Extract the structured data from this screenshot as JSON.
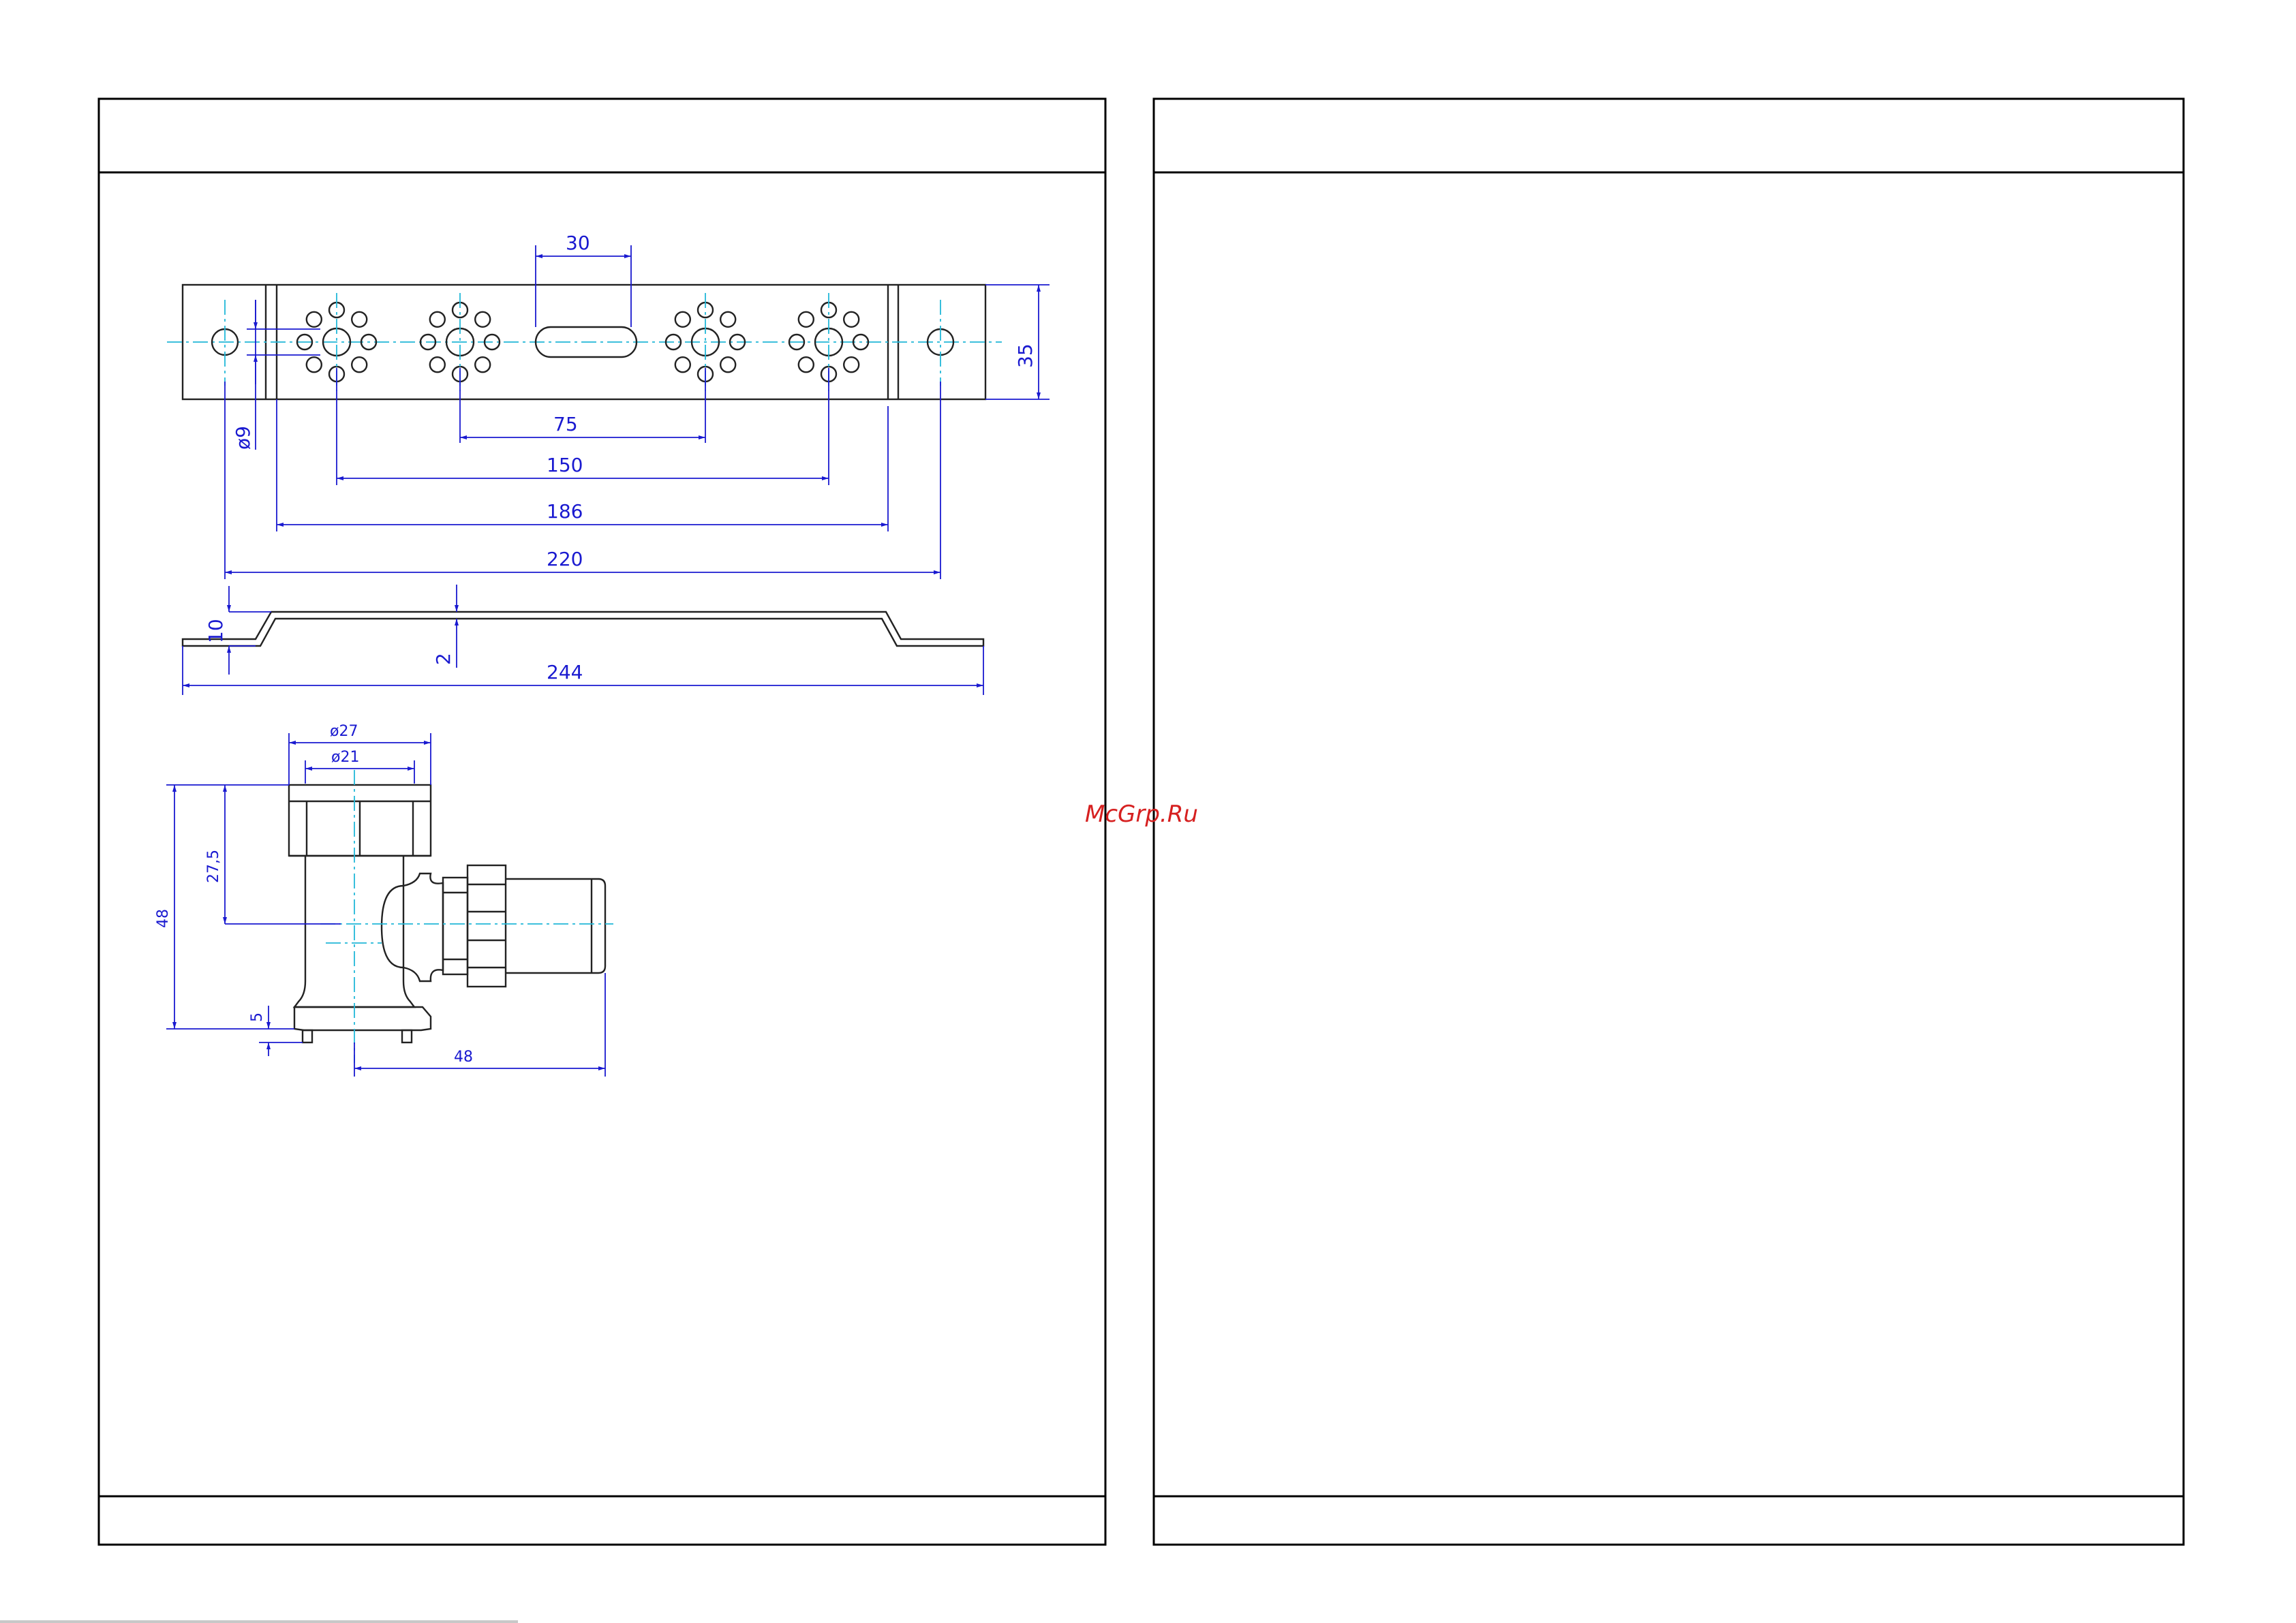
{
  "watermark": "McGrp.Ru",
  "bracket_top_view": {
    "slot_width": "30",
    "height": "35",
    "hole_diameter": "ø9",
    "spacing_inner": "75",
    "spacing_outer": "150",
    "width_inner": "186",
    "width_holes": "220"
  },
  "bracket_side_view": {
    "offset": "10",
    "thickness": "2",
    "total_length": "244"
  },
  "fitting": {
    "outer_diameter": "ø27",
    "inner_diameter": "ø21",
    "height_total": "48",
    "height_center": "27,5",
    "base": "5",
    "length": "48"
  }
}
